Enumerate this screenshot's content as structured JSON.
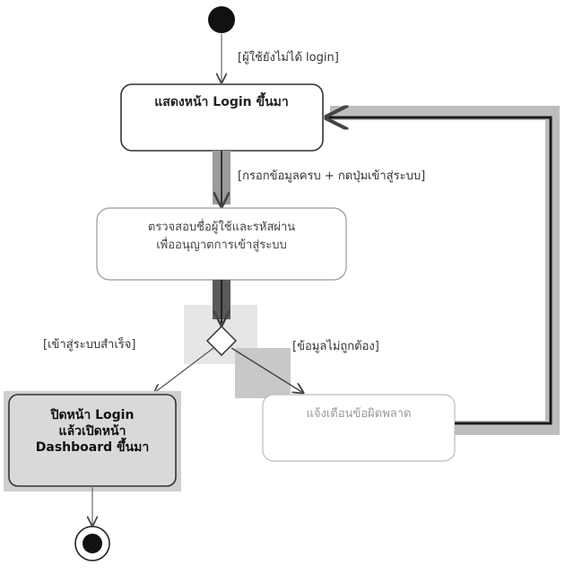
{
  "diagram": {
    "type": "activity",
    "nodes": {
      "login_screen": {
        "label": "แสดงหน้า Login ขึ้นมา"
      },
      "verify": {
        "lines": [
          "ตรวจสอบชื่อผู้ใช้และรหัสผ่าน",
          "เพื่ออนุญาตการเข้าสู่ระบบ"
        ]
      },
      "dashboard": {
        "lines": [
          "ปิดหน้า Login",
          "แล้วเปิดหน้า",
          "Dashboard ขึ้นมา"
        ]
      },
      "error": {
        "label": "แจ้งเตือนข้อผิดพลาด"
      }
    },
    "guards": {
      "not_logged_in": "[ผู้ใช้ยังไม่ได้ login]",
      "filled_submit": "[กรอกข้อมูลครบ + กดปุ่มเข้าสู่ระบบ]",
      "success": "[เข้าสู่ระบบสำเร็จ]",
      "invalid": "[ข้อมูลไม่ถูกต้อง]"
    },
    "colors": {
      "stroke": "#333333",
      "dashboard_fill": "#d9d9d9",
      "highlight": "#bdbdbd",
      "arrow_gray": "#8a8a8a"
    }
  }
}
